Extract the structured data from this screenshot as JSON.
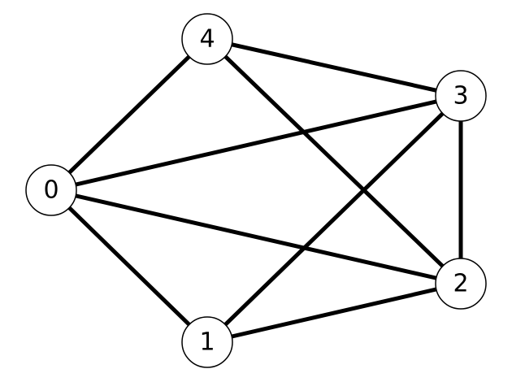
{
  "graph": {
    "nodes": [
      {
        "id": "0",
        "label": "0"
      },
      {
        "id": "1",
        "label": "1"
      },
      {
        "id": "2",
        "label": "2"
      },
      {
        "id": "3",
        "label": "3"
      },
      {
        "id": "4",
        "label": "4"
      }
    ],
    "edges": [
      [
        "0",
        "4"
      ],
      [
        "0",
        "3"
      ],
      [
        "0",
        "2"
      ],
      [
        "0",
        "1"
      ],
      [
        "4",
        "3"
      ],
      [
        "4",
        "2"
      ],
      [
        "3",
        "2"
      ],
      [
        "3",
        "1"
      ],
      [
        "1",
        "2"
      ]
    ]
  }
}
